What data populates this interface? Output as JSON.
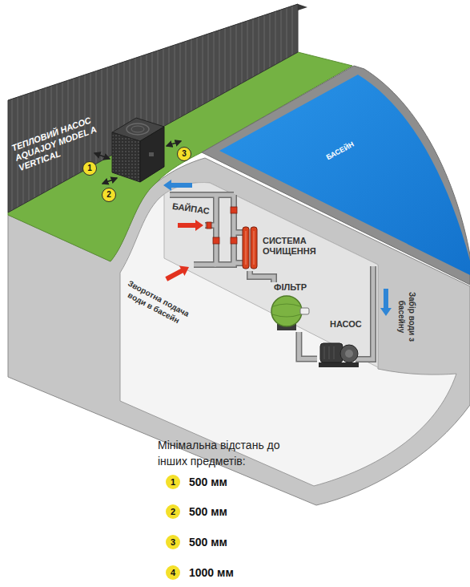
{
  "diagram": {
    "nodes": [
      {
        "text": [
          "СИСТЕМА ОЧИЩЕННЯ"
        ]
      },
      {
        "text": [
          "ФІЛЬТР"
        ]
      },
      {
        "text": [
          "НАСОС"
        ]
      }
    ],
    "edges": [
      {
        "from": 1,
        "to": 0,
        "arrow": "none"
      },
      {
        "from": 2,
        "to": 1,
        "arrow": "none"
      }
    ],
    "labels": [
      "ТЕПЛОВИЙ НАСОС AQUAJOY MODEL A VERTICAL",
      "1",
      "2",
      "3",
      "БАСЕЙН",
      "БАЙПАС",
      "Зворотна подача води в басейн",
      "Забір води з басейну",
      "Мінімальна відстань до інших предметів:",
      "1",
      "2",
      "3",
      "4"
    ],
    "legend": [
      {
        "text": "500 мм"
      },
      {
        "text": "500 мм"
      },
      {
        "text": "500 мм"
      },
      {
        "text": "1000 мм"
      }
    ]
  }
}
